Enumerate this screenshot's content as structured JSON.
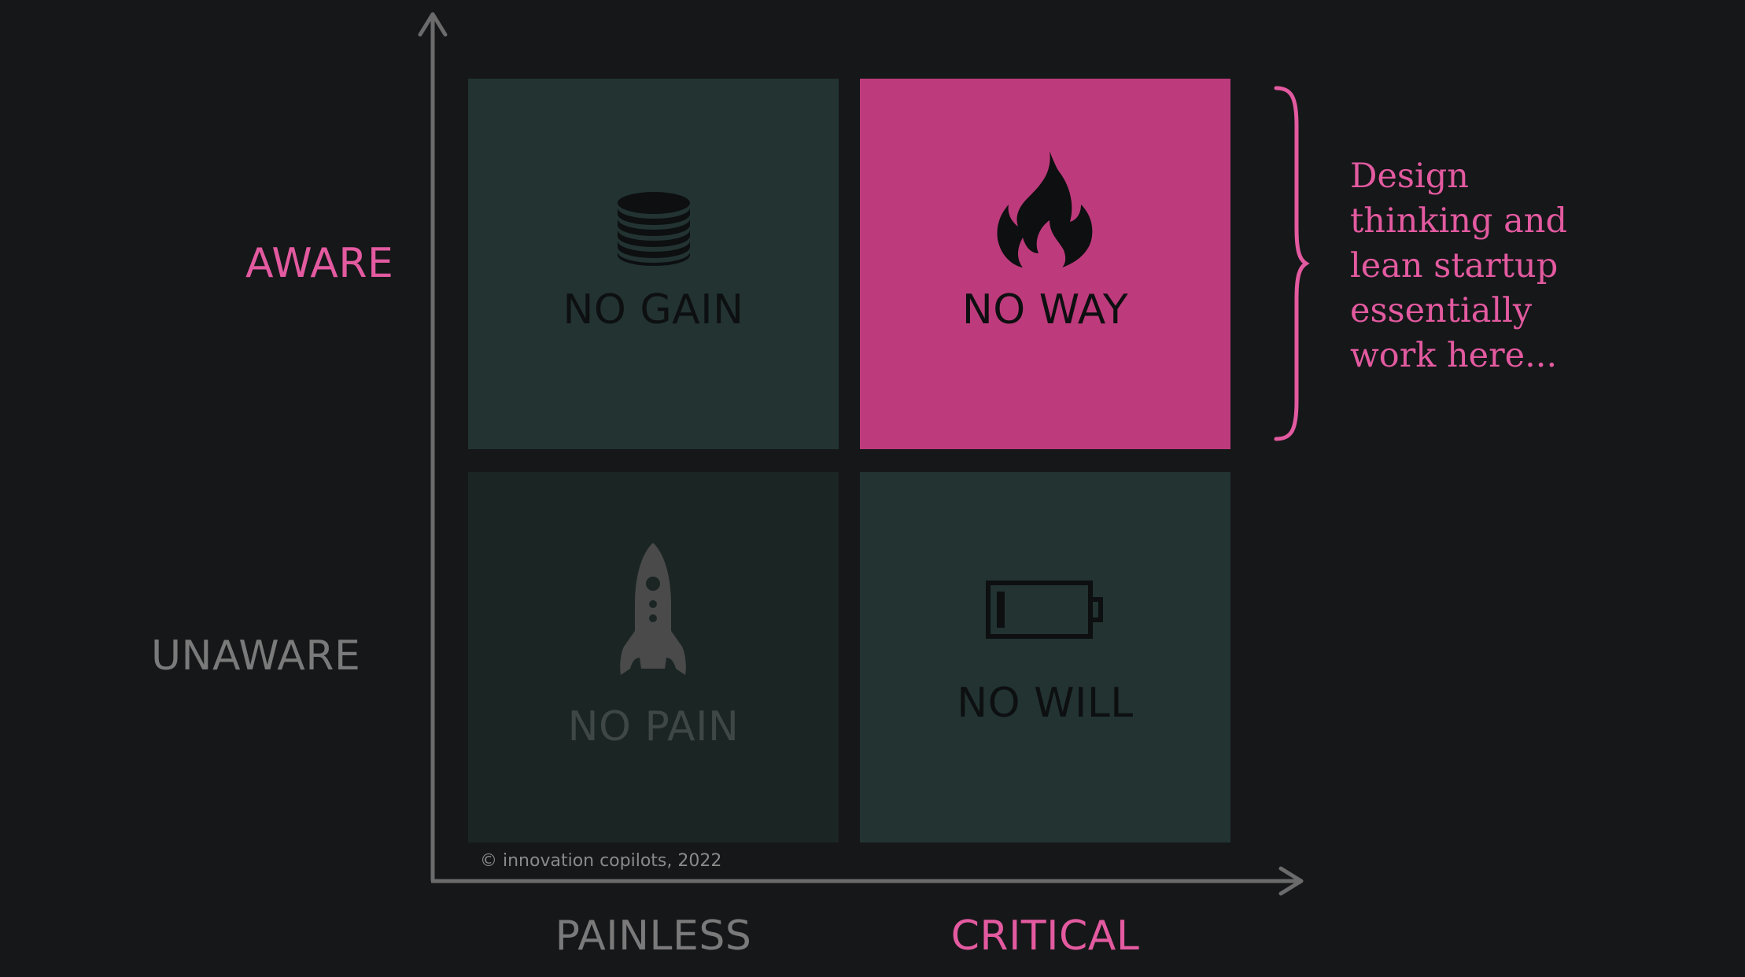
{
  "colors": {
    "background": "#161719",
    "quadrant_teal": "#223332",
    "quadrant_dim": "#1b2624",
    "accent_pink": "#bd3b7c",
    "annotation_pink": "#e35aa0",
    "axis_gray": "#6b6b6b",
    "label_dark": "#0d0f10"
  },
  "axes": {
    "y_high_label": "AWARE",
    "y_low_label": "UNAWARE",
    "x_low_label": "PAINLESS",
    "x_high_label": "CRITICAL"
  },
  "quadrants": {
    "top_left": {
      "label": "NO GAIN",
      "icon": "coin-stack-icon"
    },
    "top_right": {
      "label": "NO WAY",
      "icon": "flame-icon"
    },
    "bottom_left": {
      "label": "NO PAIN",
      "icon": "rocket-icon"
    },
    "bottom_right": {
      "label": "NO WILL",
      "icon": "low-battery-icon"
    }
  },
  "annotation": {
    "lines": [
      "Design",
      "thinking and",
      "lean startup",
      "essentially",
      "work here..."
    ]
  },
  "footer": {
    "copyright": "© innovation copilots, 2022"
  }
}
